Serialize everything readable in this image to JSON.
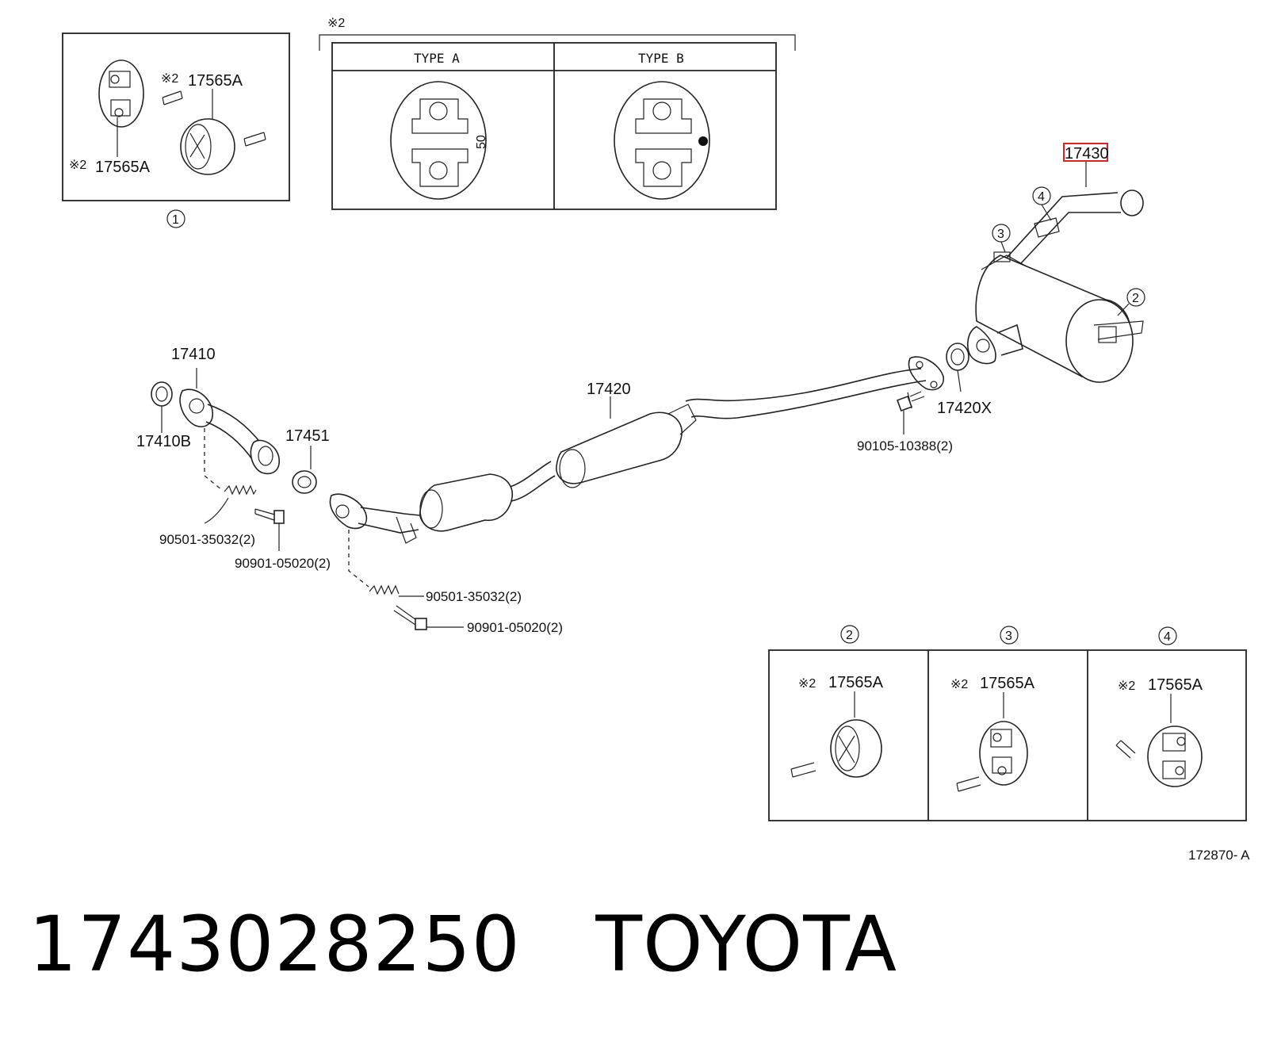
{
  "labels": {
    "p17430": "17430",
    "p17410": "17410",
    "p17410b": "17410B",
    "p17451": "17451",
    "p17420": "17420",
    "p17420x": "17420X",
    "bolt_90105": "90105-10388(2)",
    "spring_a": "90501-35032(2)",
    "bolt_a": "90901-05020(2)",
    "spring_b": "90501-35032(2)",
    "bolt_b": "90901-05020(2)",
    "ref_code": "172870- A"
  },
  "callouts": [
    "1",
    "2",
    "3",
    "4"
  ],
  "note_mark": "※2",
  "hanger_part": "17565A",
  "dimension_50": "50",
  "types": {
    "a": "TYPE A",
    "b": "TYPE B"
  },
  "highlight_color": "#e02020",
  "footer": {
    "part_number": "1743028250",
    "brand": "TOYOTA"
  }
}
